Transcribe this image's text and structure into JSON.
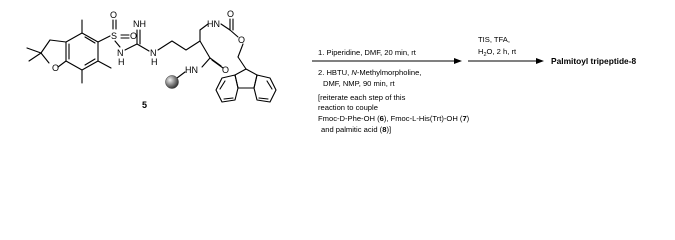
{
  "compound": {
    "label": "5",
    "atoms": {
      "s": "S",
      "o1": "O",
      "o2": "O",
      "n1": "N",
      "h1": "H",
      "nh": "NH",
      "n2": "N",
      "h2": "H",
      "hn_carb": "HN",
      "o_carb1": "O",
      "o_carb2": "O",
      "o_ring": "O",
      "o_amide": "O",
      "hn_resin": "HN"
    }
  },
  "conditions": {
    "step1": "1. Piperidine, DMF, 20 min, rt",
    "step2_line1_pre": "2. HBTU, ",
    "step2_line1_em": "N",
    "step2_line1_post": "-Methylmorpholine,",
    "step2_line2": "DMF, NMP, 90 min, rt",
    "note_line1": "[reiterate each step of this",
    "note_line2": "reaction to couple",
    "note_line3_pre": "Fmoc-D-Phe-OH (",
    "note_line3_ref": "6",
    "note_line3_mid": "), Fmoc-L-His(Trt)-OH (",
    "note_line3_ref2": "7",
    "note_line3_post": ")",
    "note_line4_pre": "and palmitic acid (",
    "note_line4_ref": "8",
    "note_line4_post": ")]"
  },
  "deprotection": {
    "line1": "TIS, TFA,",
    "line2_pre": "H",
    "line2_sub": "2",
    "line2_post": "O, 2 h, rt"
  },
  "product": "Palmitoyl tripeptide-8"
}
